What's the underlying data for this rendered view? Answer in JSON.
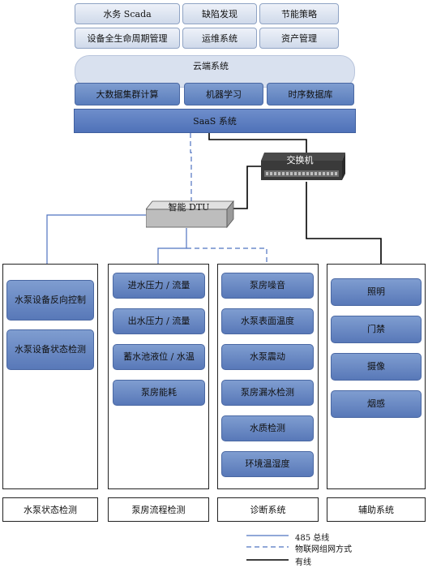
{
  "cloud": {
    "top_row": [
      "水务 Scada",
      "缺陷发现",
      "节能策略"
    ],
    "second_row": [
      "设备全生命周期管理",
      "运维系统",
      "资产管理"
    ],
    "label": "云端系统",
    "compute_row": [
      "大数据集群计算",
      "机器学习",
      "时序数据库"
    ],
    "saas": "SaaS 系统"
  },
  "switch_label": "交换机",
  "dtu_label": "智能 DTU",
  "systems": [
    {
      "label": "水泵状态检测",
      "items": [
        "水泵设备反向控制",
        "水泵设备状态检测"
      ]
    },
    {
      "label": "泵房流程检测",
      "items": [
        "进水压力 / 流量",
        "出水压力 / 流量",
        "蓄水池液位 / 水温",
        "泵房能耗"
      ]
    },
    {
      "label": "诊断系统",
      "items": [
        "泵房噪音",
        "水泵表面温度",
        "水泵震动",
        "泵房漏水检测",
        "水质检测",
        "环境温湿度"
      ]
    },
    {
      "label": "辅助系统",
      "items": [
        "照明",
        "门禁",
        "摄像",
        "烟感"
      ]
    }
  ],
  "legend": {
    "bus485": "485 总线",
    "iot": "物联网组网方式",
    "wired": "有线"
  },
  "colors": {
    "bus485": "#4f73c0",
    "iot": "#4f73c0",
    "wired": "#000000"
  }
}
